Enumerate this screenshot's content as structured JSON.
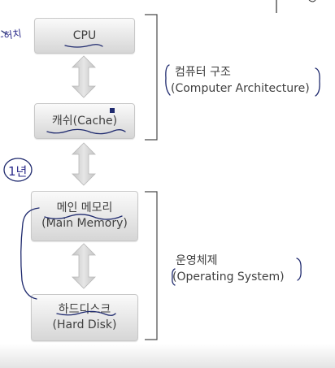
{
  "components": {
    "cpu": {
      "label": "CPU"
    },
    "cache": {
      "label": "캐쉬(Cache)"
    },
    "main_memory": {
      "label_ko": "메인 메모리",
      "label_en": "(Main Memory)"
    },
    "hard_disk": {
      "label_ko": "하드디스크",
      "label_en": "(Hard Disk)"
    }
  },
  "groups": {
    "architecture": {
      "label_ko": "컴퓨터 구조",
      "label_en": "(Computer Architecture)"
    },
    "os": {
      "label_ko": "운영체제",
      "label_en": "(Operating System)"
    }
  },
  "annotations": {
    "top_left": "-허치",
    "circled": "1년"
  },
  "colors": {
    "box_top": "#fafafa",
    "box_bottom": "#d6d6d6",
    "arrow": "#d0d0d0",
    "ink_blue": "#2a2a8a",
    "ink_navy": "#1f2a6e"
  }
}
